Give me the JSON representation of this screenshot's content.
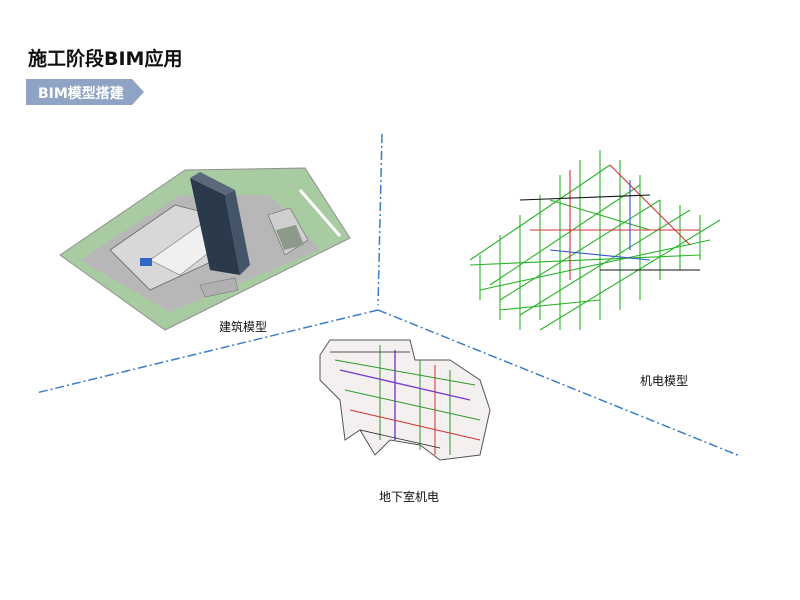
{
  "slide": {
    "title": "施工阶段BIM应用",
    "tag": "BIM模型搭建",
    "captions": {
      "architecture": "建筑模型",
      "mep": "机电模型",
      "basement": "地下室机电"
    }
  },
  "colors": {
    "tag_bg": "#8fa3c4",
    "divider": "#3a7fc4",
    "site_green": "#a7c99f",
    "pipe_green": "#28b428"
  }
}
